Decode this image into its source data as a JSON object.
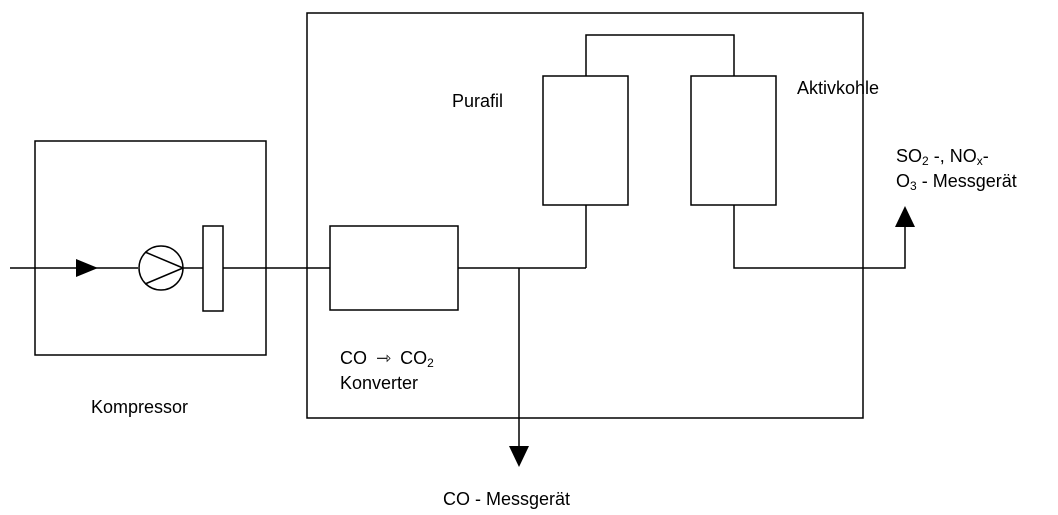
{
  "labels": {
    "kompressor": "Kompressor",
    "purafil": "Purafil",
    "aktivkohle": "Aktivkohle",
    "converter_from": "CO",
    "converter_arrow": "⇾",
    "converter_to_base": "CO",
    "converter_to_sub": "2",
    "converter_name": "Konverter",
    "co_meter": "CO - Messgerät",
    "out_so_base": "SO",
    "out_so_sub": "2",
    "out_so_tail": " -, NO",
    "out_no_sub": "x",
    "out_no_tail": "-",
    "out_o_base": "O",
    "out_o_sub": "3",
    "out_o_tail": " - Messgerät"
  }
}
